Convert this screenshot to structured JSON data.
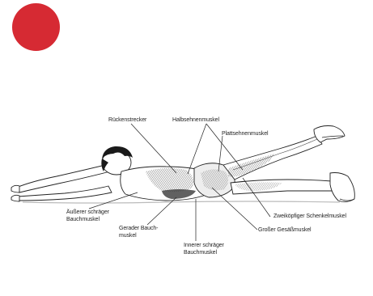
{
  "badge": {
    "color": "#d62a33",
    "icon": "red-circle-icon"
  },
  "illustration": {
    "subject": "exercise-figure-icon",
    "line_color": "#222222",
    "muscle_shading": "#555555"
  },
  "labels": {
    "rueckenstrecker": "Rückenstrecker",
    "halbsehnenmuskel": "Halbsehnenmuskel",
    "plattsehnenmuskel": "Plattsehnenmuskel",
    "zweikoepfiger": "Zweiköpfiger Schenkelmuskel",
    "gesaess": "Großer Gesäßmuskel",
    "aeusserer_line1": "Äußerer schräger",
    "aeusserer_line2": "Bauchmuskel",
    "gerader_line1": "Gerader Bauch-",
    "gerader_line2": "muskel",
    "innerer_line1": "Innerer schräger",
    "innerer_line2": "Bauchmuskel"
  }
}
